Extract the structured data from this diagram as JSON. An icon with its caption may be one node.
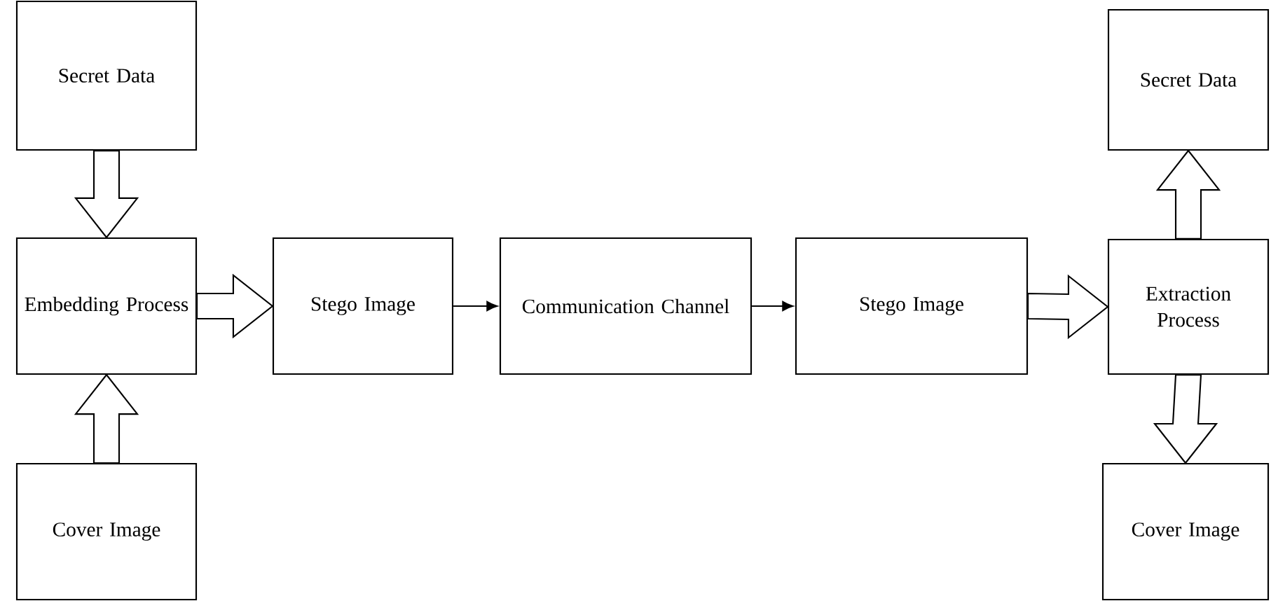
{
  "diagram": {
    "nodes": [
      {
        "text": [
          "Secret Data"
        ]
      },
      {
        "text": [
          "Embedding Process"
        ]
      },
      {
        "text": [
          "Cover Image"
        ]
      },
      {
        "text": [
          "Stego Image"
        ]
      },
      {
        "text": [
          "Communication Channel"
        ]
      },
      {
        "text": [
          "Stego Image"
        ]
      },
      {
        "text": [
          "Secret Data"
        ]
      },
      {
        "text": [
          "Extraction Process"
        ]
      },
      {
        "text": [
          "Cover Image"
        ]
      }
    ],
    "edges": [
      {
        "from": 0,
        "to": 1,
        "arrow": "to",
        "style": "thick"
      },
      {
        "from": 2,
        "to": 1,
        "arrow": "to",
        "style": "thick"
      },
      {
        "from": 1,
        "to": 3,
        "arrow": "to",
        "style": "thick"
      },
      {
        "from": 3,
        "to": 4,
        "arrow": "to"
      },
      {
        "from": 4,
        "to": 5,
        "arrow": "to"
      },
      {
        "from": 5,
        "to": 7,
        "arrow": "to",
        "style": "thick"
      },
      {
        "from": 7,
        "to": 6,
        "arrow": "to",
        "style": "thick"
      },
      {
        "from": 7,
        "to": 8,
        "arrow": "to",
        "style": "thick"
      }
    ]
  }
}
